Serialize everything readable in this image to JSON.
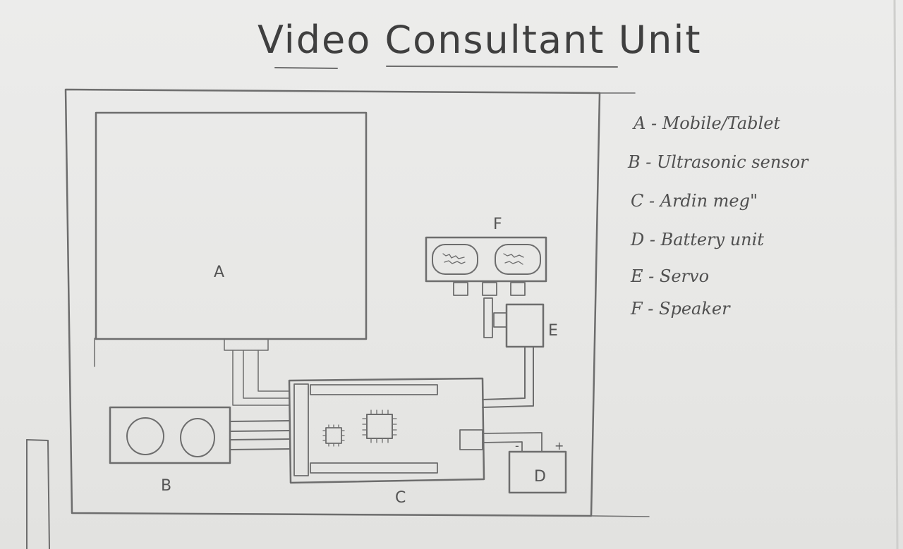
{
  "title": "Video Consultant Unit",
  "components": {
    "a": "A",
    "b": "B",
    "c": "C",
    "d": "D",
    "e": "E",
    "f": "F"
  },
  "battery_plus": "+",
  "battery_minus": "-",
  "legend": [
    "A - Mobile/Tablet",
    "B - Ultrasonic sensor",
    "C - Ardin meg\"",
    "D - Battery unit",
    "E - Servo",
    "F - Speaker"
  ]
}
